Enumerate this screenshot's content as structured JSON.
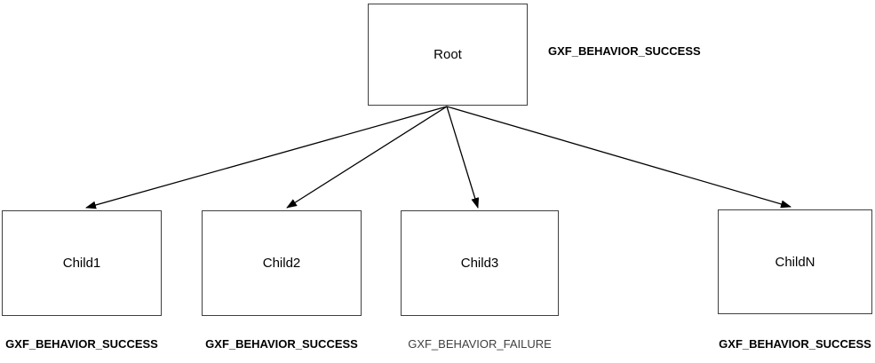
{
  "nodes": {
    "root": {
      "label": "Root",
      "status": "GXF_BEHAVIOR_SUCCESS"
    },
    "child1": {
      "label": "Child1",
      "status": "GXF_BEHAVIOR_SUCCESS"
    },
    "child2": {
      "label": "Child2",
      "status": "GXF_BEHAVIOR_SUCCESS"
    },
    "child3": {
      "label": "Child3",
      "status": "GXF_BEHAVIOR_FAILURE"
    },
    "childN": {
      "label": "ChildN",
      "status": "GXF_BEHAVIOR_SUCCESS"
    }
  },
  "edges": [
    {
      "from": "root",
      "to": "child1"
    },
    {
      "from": "root",
      "to": "child2"
    },
    {
      "from": "root",
      "to": "child3"
    },
    {
      "from": "root",
      "to": "childN"
    }
  ],
  "colors": {
    "box_border": "#3f3f3f",
    "box_fill": "#ffffff",
    "text": "#000000",
    "edge": "#000000",
    "failure_label": "#404040"
  }
}
